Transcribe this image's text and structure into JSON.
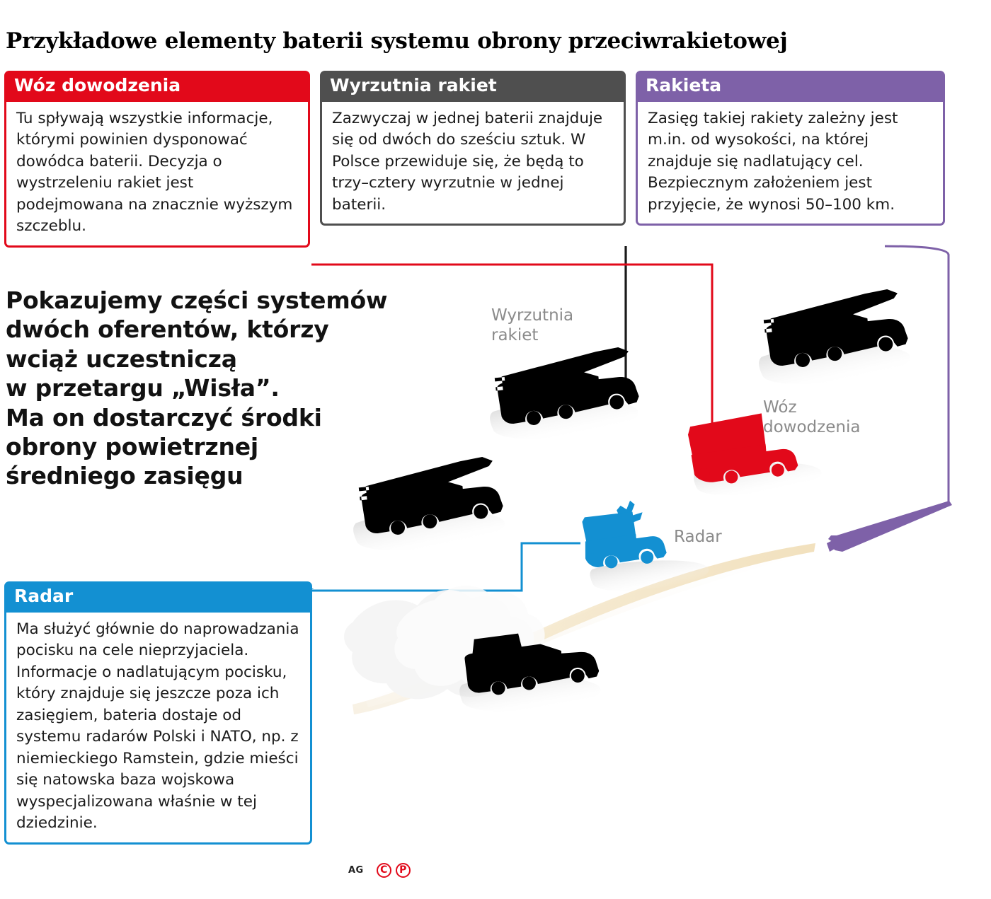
{
  "title": "Przykładowe elementy baterii systemu obrony przeciwrakietowej",
  "colors": {
    "red": "#e2091a",
    "gray": "#4f4f4f",
    "purple": "#7e61a8",
    "blue": "#1390d2",
    "label_gray": "#8b8b8b",
    "silhouette": "#000000",
    "exhaust": "#f6ead0"
  },
  "cards": [
    {
      "id": "woz",
      "accent": "#e2091a",
      "heading": "Wóz dowodzenia",
      "body": "Tu spływają wszystkie informacje, którymi powinien dysponować dowódca baterii. Decyzja o wystrzeleniu rakiet jest podejmowana na znacznie wyższym szczeblu."
    },
    {
      "id": "wyrzutnia",
      "accent": "#4f4f4f",
      "heading": "Wyrzutnia rakiet",
      "body": "Zazwyczaj w jednej baterii znajduje się od dwóch do sześciu sztuk. W Polsce przewi­duje się, że będą to trzy–cztery wyrzutnie w jednej baterii."
    },
    {
      "id": "rakieta",
      "accent": "#7e61a8",
      "heading": "Rakieta",
      "body": "Zasięg takiej rakiety zależny jest m.in. od wysokości, na której znajduje się nadlatujący cel. Bezpiecznym założeniem jest przyjęcie, że wynosi 50–100 km."
    },
    {
      "id": "radar",
      "accent": "#1390d2",
      "heading": "Radar",
      "body": "Ma służyć głównie do naprowa­dzania pocisku na cele nieprzyjaciela. Informacje o nadlatującym pocisku, który znajduje się jeszcze poza ich zasięgiem, bateria dostaje od systemu radarów Polski i NATO, np. z niemieckiego Ramstein, gdzie mieści się natowska baza wojskowa wyspecjalizowana właśnie w tej dziedzinie."
    }
  ],
  "lead": "Pokazujemy części systemów dwóch oferentów, którzy wciąż uczestniczą w przetargu „Wisła”. Ma on dostarczyć środki obrony powietrznej średniego zasięgu",
  "diagram_labels": {
    "launcher": "Wyrzutnia rakiet",
    "command": "Wóz dowodzenia",
    "radar": "Radar"
  },
  "credits": {
    "author": "AG",
    "copyright": "C",
    "phonogram": "P"
  }
}
